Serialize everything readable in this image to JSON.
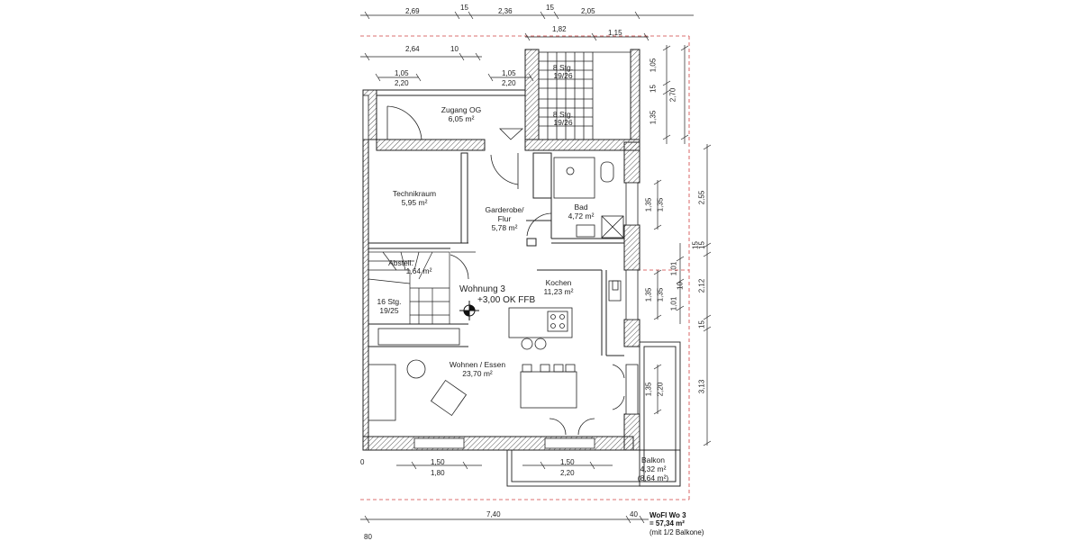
{
  "rooms": {
    "zugang": {
      "name": "Zugang OG",
      "area": "6,05 m²"
    },
    "technik": {
      "name": "Technikraum",
      "area": "5,95 m²"
    },
    "garderobe": {
      "name": "Garderobe/",
      "name2": "Flur",
      "area": "5,78 m²"
    },
    "bad": {
      "name": "Bad",
      "area": "4,72 m²"
    },
    "abstell": {
      "name": "Abstell.",
      "area": "1,64 m²"
    },
    "kochen": {
      "name": "Kochen",
      "area": "11,23 m²"
    },
    "wohnung": {
      "name": "Wohnung 3",
      "level": "+3,00 OK FFB"
    },
    "wohnen": {
      "name": "Wohnen / Essen",
      "area": "23,70 m²"
    },
    "balkon": {
      "name": "Balkon",
      "area": "4,32 m²",
      "area2": "(8,64 m²)"
    }
  },
  "stairs": {
    "upper_a": {
      "steps": "8 Stg.",
      "ratio": "19/26"
    },
    "upper_b": {
      "steps": "8 Stg.",
      "ratio": "19/26"
    },
    "lower": {
      "steps": "16 Stg.",
      "ratio": "19/25"
    }
  },
  "dims_top": [
    "2,69",
    "15",
    "2,36",
    "15",
    "2,05"
  ],
  "dims_second": [
    "1,82",
    "1,15"
  ],
  "dims_third": [
    "2,64",
    "10"
  ],
  "dims_fourth": {
    "a1": "1,05",
    "a2": "2,20",
    "b1": "1,05",
    "b2": "2,20"
  },
  "dims_bottom": {
    "w1": "1,50",
    "w1b": "1,80",
    "w2": "1,50",
    "w2b": "2,20",
    "total": "7,40",
    "t2": "40",
    "left_cut": "80",
    "left_cut2": "0"
  },
  "dims_right_inner": [
    "1,05",
    "15",
    "1,35",
    "1,35",
    "1,35",
    "15",
    "1,01",
    "10",
    "1,01",
    "1,35",
    "2,20",
    "1,35",
    "1,35"
  ],
  "dims_right_outer": [
    "2,70",
    "2,55",
    "15",
    "2,12",
    "15",
    "3,13"
  ],
  "summary": {
    "title": "WoFl Wo 3",
    "value": "= 57,34 m²",
    "note": "(mit 1/2 Balkone)"
  }
}
